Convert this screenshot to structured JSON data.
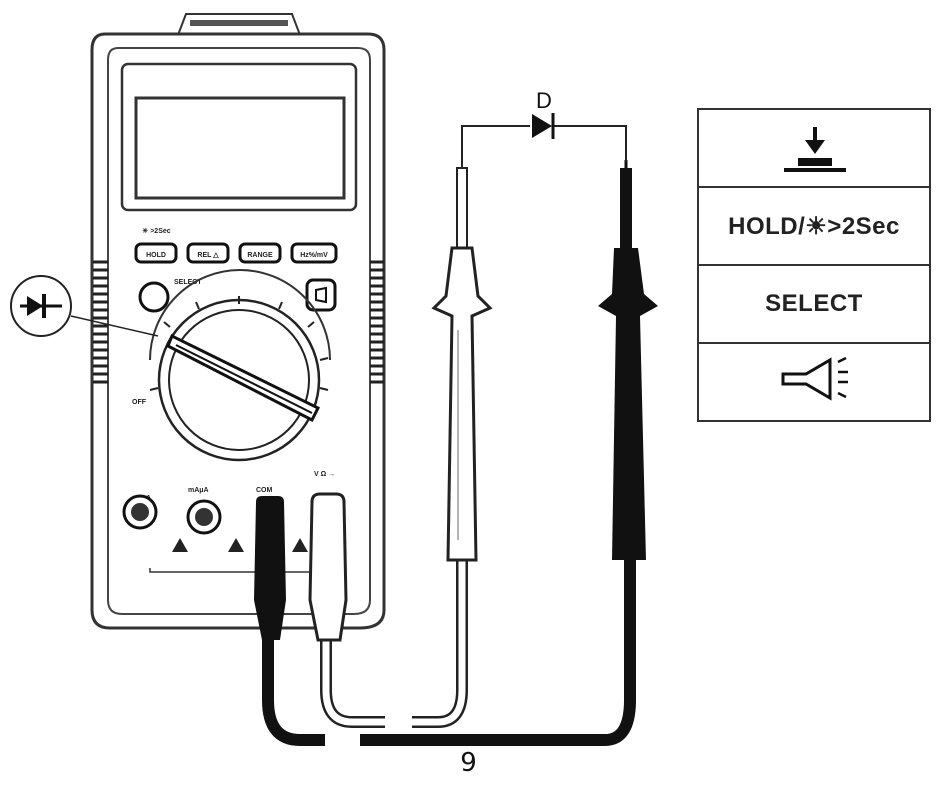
{
  "diagram": {
    "diode_label": "D",
    "page_number": "9",
    "meter": {
      "buttons": [
        "HOLD",
        "REL △",
        "RANGE",
        "Hz%/mV"
      ],
      "select_label": "SELECT",
      "top_hint": "☀ >2Sec",
      "jack_labels": [
        "A",
        "mAμA",
        "COM",
        "V Ω →"
      ],
      "off_label": "OFF"
    },
    "legend": {
      "rows": [
        {
          "icon": "press-button-icon",
          "text": ""
        },
        {
          "icon": "",
          "text": "HOLD/☀>2Sec"
        },
        {
          "icon": "",
          "text": "SELECT"
        },
        {
          "icon": "flashlight-icon",
          "text": ""
        }
      ]
    }
  }
}
